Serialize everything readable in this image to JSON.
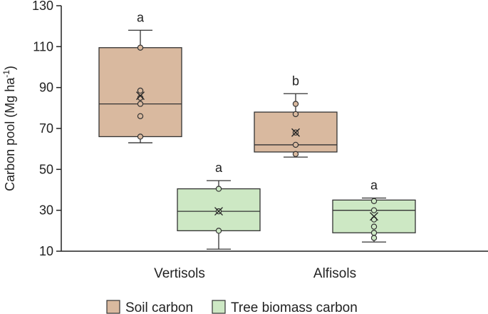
{
  "chart_data": {
    "type": "box",
    "ylabel": "Carbon pool (Mg ha",
    "ylabel_sup": "-1",
    "ylabel_close": ")",
    "ylim": [
      10,
      130
    ],
    "yticks": [
      10,
      30,
      50,
      70,
      90,
      110,
      130
    ],
    "categories": [
      "Vertisols",
      "Alfisols"
    ],
    "legend_position": "bottom",
    "series": [
      {
        "name": "Soil carbon",
        "color": "#D9B99F",
        "boxes": [
          {
            "category": "Vertisols",
            "min": 63,
            "q1": 66,
            "median": 82,
            "q3": 109.5,
            "max": 118,
            "mean": 86,
            "points": [
              109.5,
              88.5,
              85,
              82,
              76,
              66
            ],
            "letter": "a"
          },
          {
            "category": "Alfisols",
            "min": 56,
            "q1": 58.5,
            "median": 62,
            "q3": 78,
            "max": 87,
            "mean": 68,
            "points": [
              82,
              77,
              68,
              62,
              57.5
            ],
            "letter": "b"
          }
        ]
      },
      {
        "name": "Tree biomass carbon",
        "color": "#CDE8C4",
        "boxes": [
          {
            "category": "Vertisols",
            "min": 11,
            "q1": 20,
            "median": 29.5,
            "q3": 40.5,
            "max": 44.5,
            "mean": 29.5,
            "points": [
              40.5,
              29.5,
              20
            ],
            "letter": "a"
          },
          {
            "category": "Alfisols",
            "min": 14.5,
            "q1": 19,
            "median": 30,
            "q3": 35,
            "max": 36,
            "mean": 27,
            "points": [
              34.5,
              30,
              25.5,
              22,
              19,
              16.5
            ],
            "letter": "a"
          }
        ]
      }
    ]
  }
}
